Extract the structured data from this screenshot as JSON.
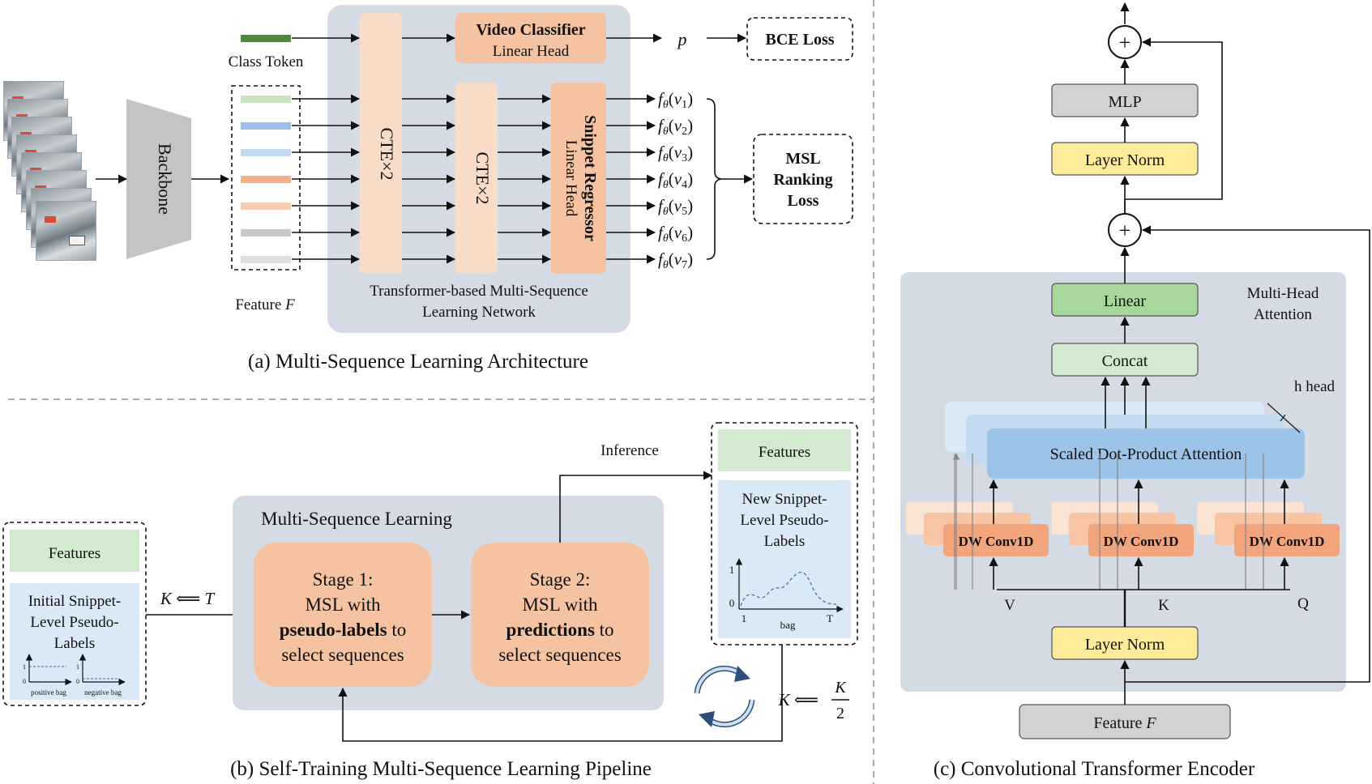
{
  "panel_a": {
    "caption": "(a) Multi-Sequence Learning Architecture",
    "class_token": "Class Token",
    "backbone": "Backbone",
    "feature": "Feature ",
    "feature_var": "F",
    "cte1": "CTE×2",
    "cte2": "CTE×2",
    "video_classifier_title": "Video Classifier",
    "video_classifier_sub": "Linear Head",
    "p_label": "p",
    "bce_loss": "BCE Loss",
    "snippet_regressor_title": "Snippet Regressor",
    "snippet_regressor_sub": "Linear Head",
    "network_line1": "Transformer-based Multi-Sequence",
    "network_line2": "Learning Network",
    "outputs": [
      "fθ(v1)",
      "fθ(v2)",
      "fθ(v3)",
      "fθ(v4)",
      "fθ(v5)",
      "fθ(v6)",
      "fθ(v7)"
    ],
    "output_f": "f",
    "output_theta": "θ",
    "output_subs": [
      "1",
      "2",
      "3",
      "4",
      "5",
      "6",
      "7"
    ],
    "msl_loss_line1": "MSL",
    "msl_loss_line2": "Ranking",
    "msl_loss_line3": "Loss",
    "token_colors": [
      "#c9e2c0",
      "#9cc0e6",
      "#c2dbf2",
      "#f3b089",
      "#f8cfb2",
      "#c8c8c8",
      "#dedede"
    ],
    "class_token_color": "#4f8a3c"
  },
  "panel_b": {
    "caption": "(b) Self-Training Multi-Sequence Learning Pipeline",
    "features_left": "Features",
    "initial_line1": "Initial Snippet-",
    "initial_line2": "Level Pseudo-",
    "initial_line3": "Labels",
    "positive_bag": "positive bag",
    "negative_bag": "negative bag",
    "mini_one": "1",
    "mini_zero": "0",
    "k_assign": "K ⟸ T",
    "msl_title": "Multi-Sequence Learning",
    "stage1_line1": "Stage 1:",
    "stage1_line2": "MSL with",
    "stage1_bold": "pseudo-labels",
    "stage1_line3_tail": " to",
    "stage1_line4": "select sequences",
    "stage2_line1": "Stage 2:",
    "stage2_line2": "MSL with",
    "stage2_bold": "predictions",
    "stage2_line3_tail": " to",
    "stage2_line4": "select sequences",
    "inference": "Inference",
    "features_right": "Features",
    "new_line1": "New Snippet-",
    "new_line2": "Level Pseudo-",
    "new_line3": "Labels",
    "plot_y1": "1",
    "plot_y0": "0",
    "plot_x1": "1",
    "plot_xlabel": "bag",
    "plot_xT": "T",
    "k_half_lhs": "K ⟸",
    "k_half_num": "K",
    "k_half_den": "2"
  },
  "panel_c": {
    "caption": "(c) Convolutional Transformer Encoder",
    "mlp": "MLP",
    "layer_norm_top": "Layer Norm",
    "linear": "Linear",
    "concat": "Concat",
    "mha_line1": "Multi-Head",
    "mha_line2": "Attention",
    "h_head": "h head",
    "sdpa": "Scaled Dot-Product Attention",
    "dw_conv": [
      "DW Conv1D",
      "DW Conv1D",
      "DW Conv1D"
    ],
    "v_label": "V",
    "k_label": "K",
    "q_label": "Q",
    "layer_norm_bottom": "Layer Norm",
    "feature": "Feature ",
    "feature_var": "F",
    "plus": "+"
  },
  "colors": {
    "panel_bg": "#d5dbe5",
    "salmon": "#f5c3a1",
    "salmon_light": "#f9dcc8",
    "orange_dw": "#f2a47c",
    "green_light": "#d3ead0",
    "green_linear": "#a7d79a",
    "yellow": "#fdec9a",
    "gray_box": "#d2d2d2",
    "blue_sdpa": "#9cc3e8",
    "light_blue_bg": "#dbe8f5"
  }
}
